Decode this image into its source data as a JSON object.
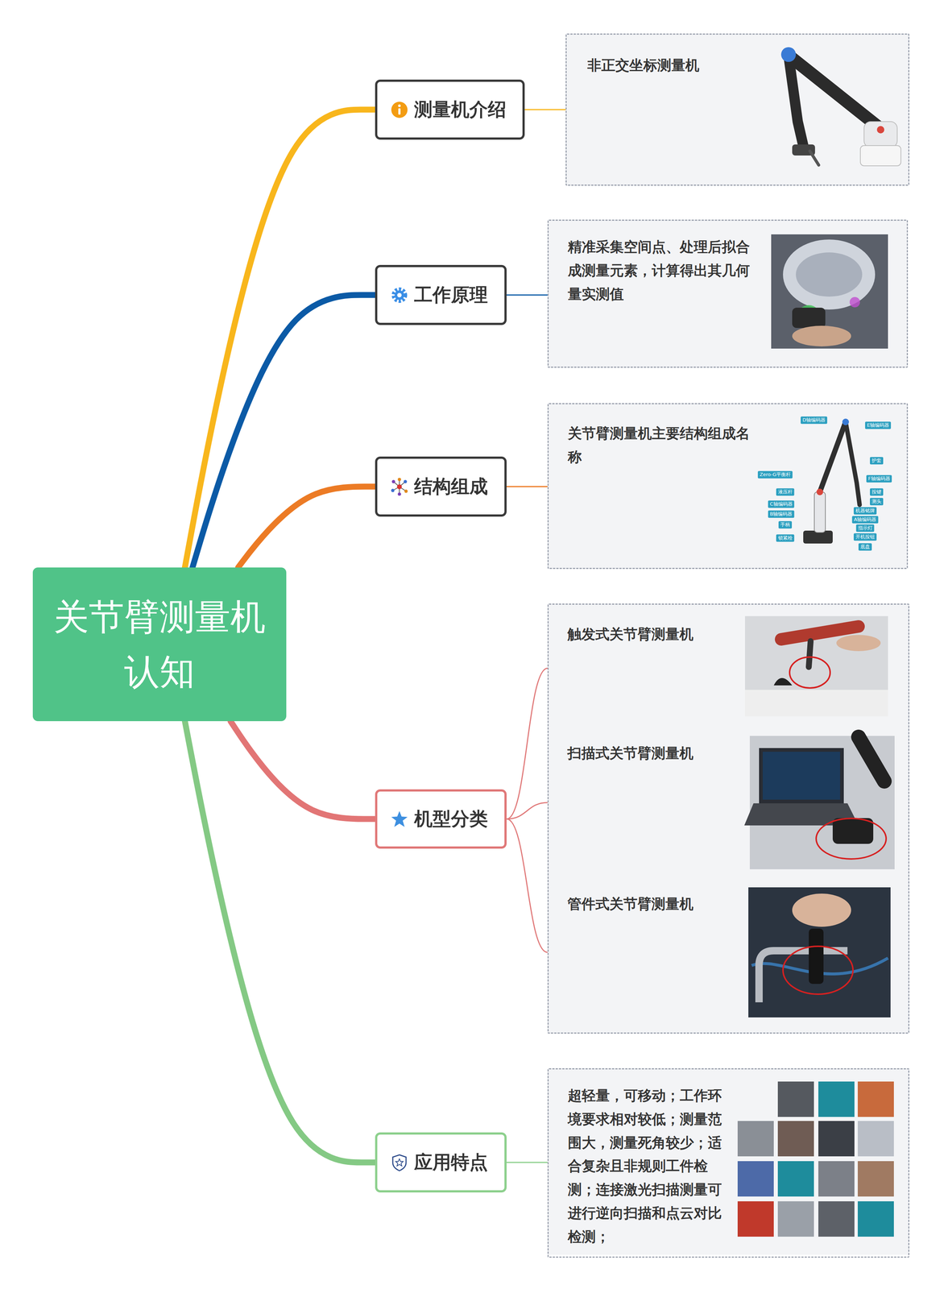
{
  "diagram": {
    "nodes": [
      {
        "text": [
          "关节臂测量机 认知"
        ]
      },
      {
        "text": [
          "测量机介绍"
        ]
      },
      {
        "text": [
          "非正交坐标测量机"
        ]
      },
      {
        "text": [
          "工作原理"
        ]
      },
      {
        "text": [
          "精准采集空间点、处理后拟合成测量元素，计算得出其几何量实测值"
        ]
      },
      {
        "text": [
          "结构组成"
        ]
      },
      {
        "text": [
          "关节臂测量机主要结构组成名称"
        ]
      },
      {
        "text": [
          "机型分类"
        ]
      },
      {
        "text": []
      },
      {
        "text": [
          "触发式关节臂测量机"
        ],
        "in": 8
      },
      {
        "text": [
          "扫描式关节臂测量机"
        ],
        "in": 8
      },
      {
        "text": [
          "管件式关节臂测量机"
        ],
        "in": 8
      },
      {
        "text": [
          "应用特点"
        ]
      },
      {
        "text": [
          "超轻量，可移动；工作环境要求相对较低；测量范围大，测量死角较少；适合复杂且非规则工件检测；连接激光扫描测量可进行逆向扫描和点云对比检测；"
        ]
      }
    ],
    "edges": [
      {
        "from": 0,
        "to": 1,
        "arrow": "none"
      },
      {
        "from": 0,
        "to": 3,
        "arrow": "none"
      },
      {
        "from": 0,
        "to": 5,
        "arrow": "none"
      },
      {
        "from": 0,
        "to": 7,
        "arrow": "none"
      },
      {
        "from": 0,
        "to": 12,
        "arrow": "none"
      },
      {
        "from": 1,
        "to": 2,
        "arrow": "none"
      },
      {
        "from": 3,
        "to": 4,
        "arrow": "none"
      },
      {
        "from": 5,
        "to": 6,
        "arrow": "none"
      },
      {
        "from": 7,
        "to": 9,
        "arrow": "none"
      },
      {
        "from": 7,
        "to": 10,
        "arrow": "none"
      },
      {
        "from": 7,
        "to": 11,
        "arrow": "none"
      },
      {
        "from": 12,
        "to": 13,
        "arrow": "none"
      }
    ],
    "labels": [
      "D轴编码器",
      "E轴编码器",
      "护套",
      "Zero-G平衡杆",
      "F轴编码器",
      "液压杆",
      "按键",
      "测头",
      "C轴编码器",
      "机器铭牌",
      "B轴编码器",
      "A轴编码器",
      "手柄",
      "指示灯",
      "开机按钮",
      "锁紧栓",
      "底盘"
    ]
  }
}
